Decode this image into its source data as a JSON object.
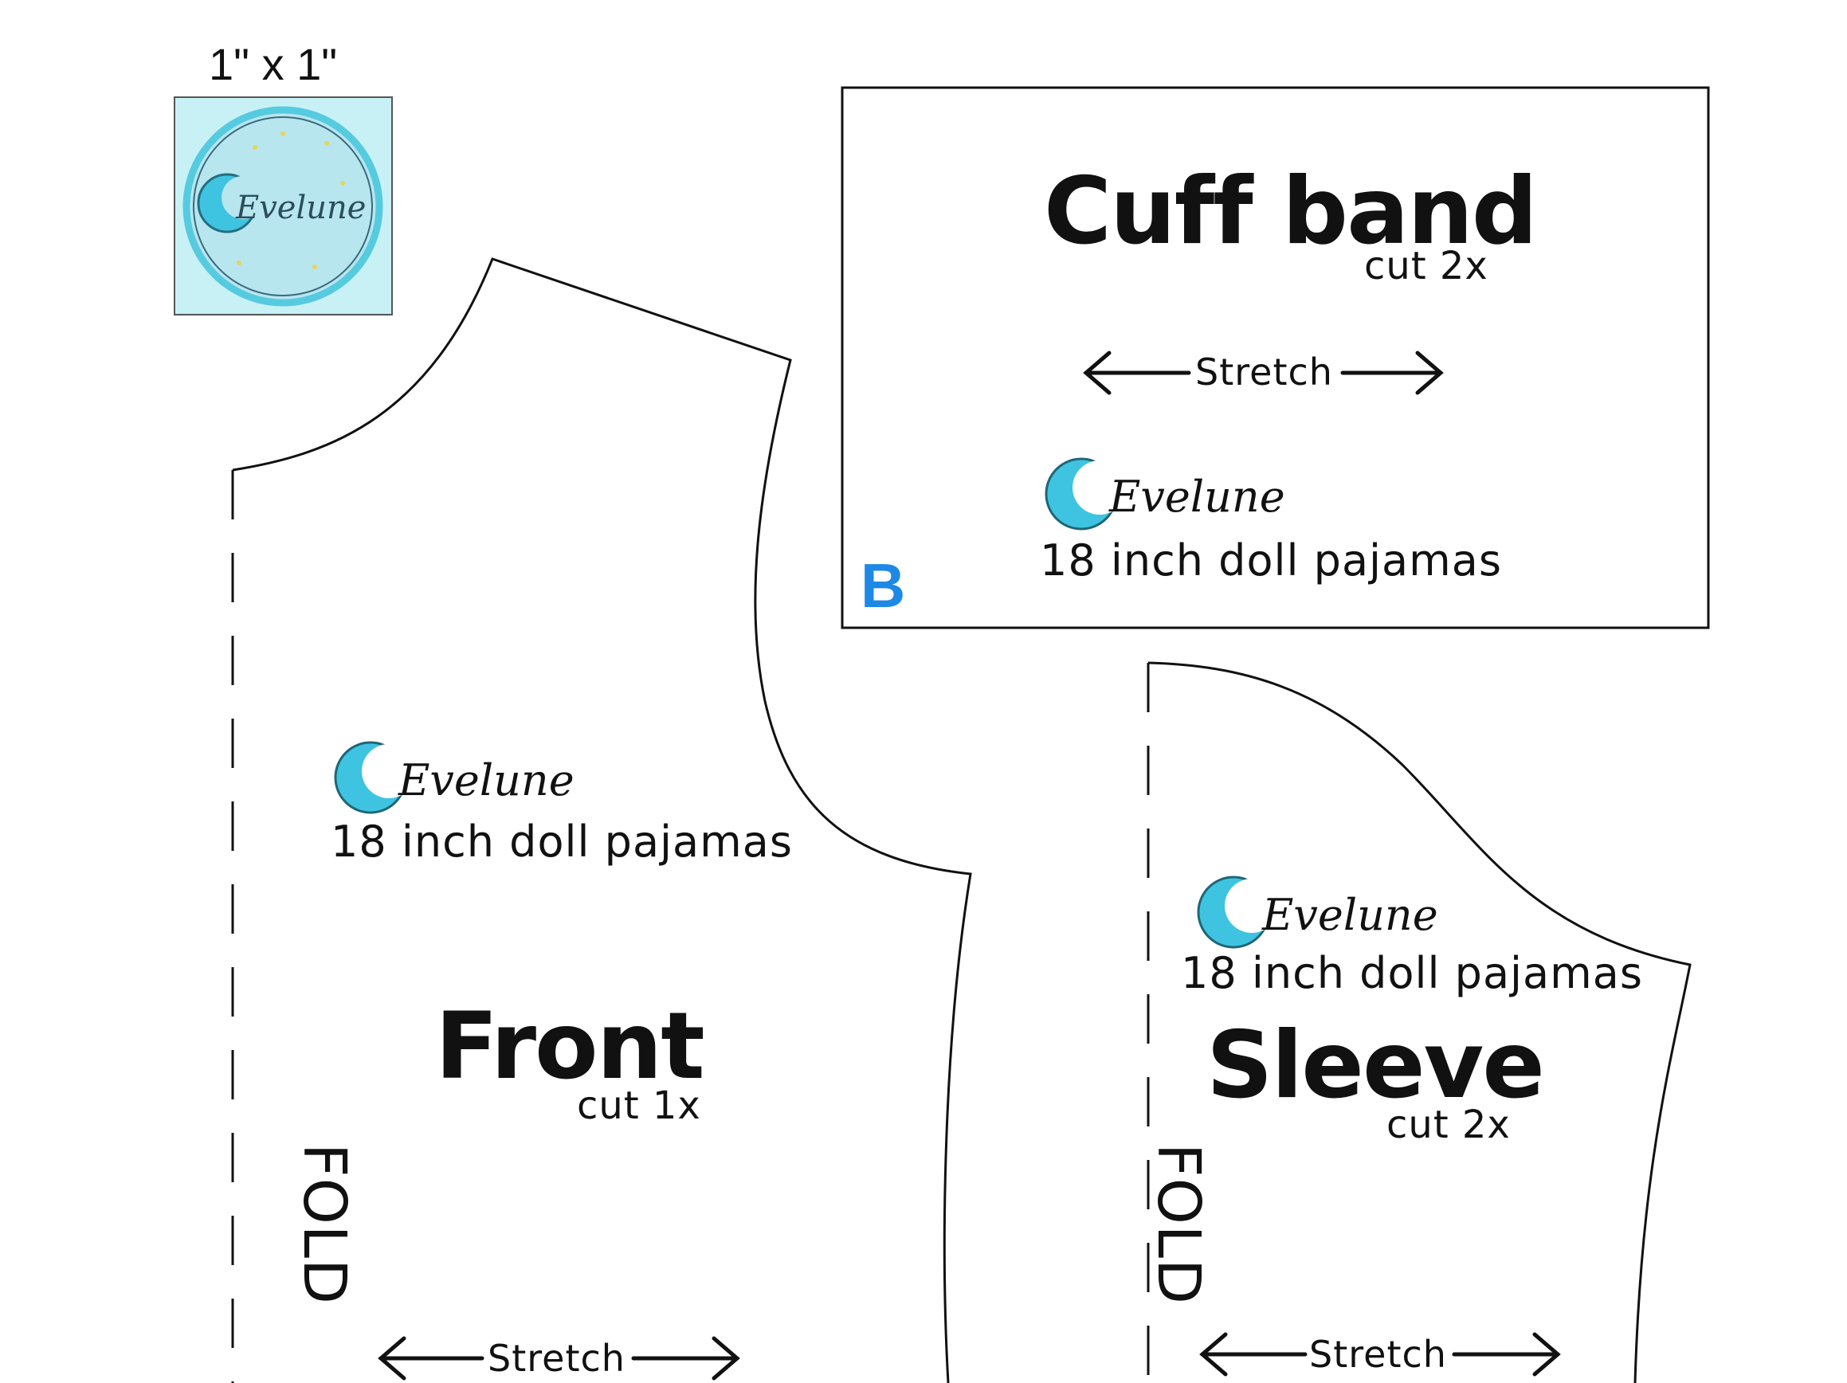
{
  "scale": {
    "label": "1\" x  1\""
  },
  "brand": {
    "name": "Evelune"
  },
  "cuff_band": {
    "title": "Cuff band",
    "cut": "cut 2x",
    "stretch": "Stretch",
    "subtitle": "18 inch doll pajamas",
    "letter": "B"
  },
  "front": {
    "title": "Front",
    "cut": "cut 1x",
    "fold": "FOLD",
    "stretch": "Stretch",
    "subtitle": "18 inch doll pajamas"
  },
  "sleeve": {
    "title": "Sleeve",
    "cut": "cut 2x",
    "fold": "FOLD",
    "stretch": "Stretch",
    "subtitle": "18 inch doll pajamas"
  },
  "colors": {
    "brand_blue": "#3ec4e0",
    "letter_blue": "#1e88e5",
    "scale_bg": "#c8f1f6"
  }
}
